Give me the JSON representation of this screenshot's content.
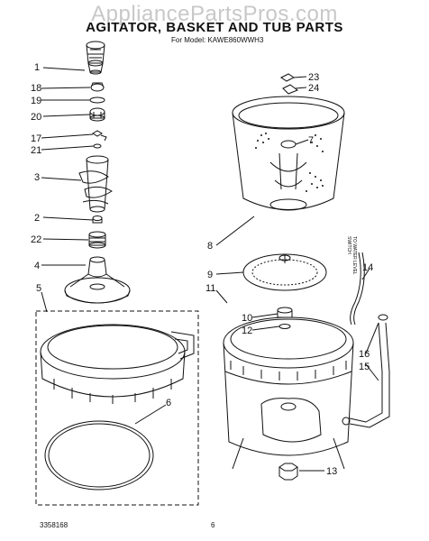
{
  "watermark": "AppliancePartsPros.com",
  "title": "AGITATOR, BASKET AND TUB PARTS",
  "subtitle": "For Model: KAWE860WWH3",
  "footer": {
    "doc_number": "3358168",
    "page_number": "6"
  },
  "callouts": {
    "c1": "1",
    "c18": "18",
    "c19": "19",
    "c20": "20",
    "c17": "17",
    "c21": "21",
    "c3": "3",
    "c2": "2",
    "c22": "22",
    "c4": "4",
    "c5": "5",
    "c6": "6",
    "c23": "23",
    "c24": "24",
    "c7": "7",
    "c8": "8",
    "c9": "9",
    "c11": "11",
    "c10": "10",
    "c12": "12",
    "c14": "14",
    "c16": "16",
    "c15": "15",
    "c13": "13"
  },
  "side_note": {
    "line1": "TO WATER LEVEL",
    "line2": "SWITCH"
  }
}
